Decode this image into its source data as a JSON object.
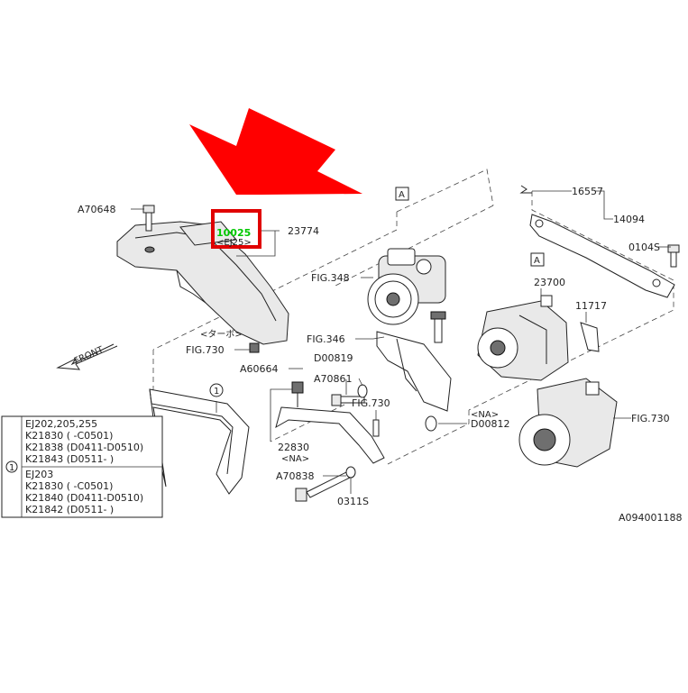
{
  "colors": {
    "pointer_arrow": "#ff0000",
    "highlight_box": "#e00000",
    "highlight_text": "#00c800",
    "line": "#222222"
  },
  "callouts": {
    "a70648": "A70648",
    "p10025": "10025",
    "p23774": "23774",
    "ej125": "<EJ25>",
    "turbo": "<ターボ>",
    "fig730_a": "FIG.730",
    "a60664": "A60664",
    "front": "FRONT",
    "fig348": "FIG.348",
    "fig346": "FIG.346",
    "d00819": "D00819",
    "a70861": "A70861",
    "fig730_b": "FIG.730",
    "na_1": "<NA>",
    "d00812": "D00812",
    "p22830": "22830",
    "na_2": "<NA>",
    "a70838": "A70838",
    "p0311s": "0311S",
    "p16557": "16557",
    "p14094": "14094",
    "p0104s": "0104S",
    "p23700": "23700",
    "p11717": "11717",
    "fig730_c": "FIG.730",
    "ref_a1": "A",
    "ref_a2": "A",
    "circled_1": "1",
    "diagram_id": "A094001188"
  },
  "belt_table": {
    "ref": "1",
    "groups": [
      {
        "engine": "EJ202,205,255",
        "rows": [
          "K21830 ( -C0501)",
          "K21838 (D0411-D0510)",
          "K21843 (D0511- )"
        ]
      },
      {
        "engine": "EJ203",
        "rows": [
          "K21830 ( -C0501)",
          "K21840 (D0411-D0510)",
          "K21842 (D0511- )"
        ]
      }
    ]
  }
}
